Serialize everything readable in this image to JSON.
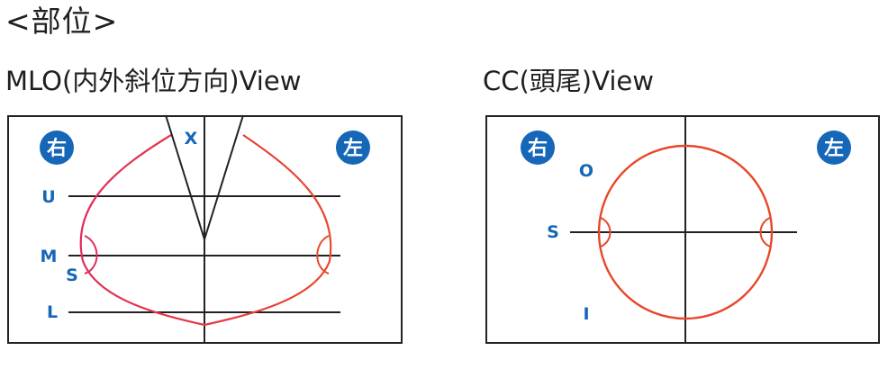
{
  "heading": "<部位>",
  "mlo": {
    "title": "MLO(内外斜位方向)View",
    "right_badge": "右",
    "left_badge": "左",
    "labels": {
      "x": "X",
      "u": "U",
      "m": "M",
      "s": "S",
      "l": "L"
    }
  },
  "cc": {
    "title": "CC(頭尾)View",
    "right_badge": "右",
    "left_badge": "左",
    "labels": {
      "o": "O",
      "s": "S",
      "i": "I"
    }
  },
  "colors": {
    "badge": "#1667b8",
    "label": "#1667b8",
    "breast_outline_start": "#e22b5a",
    "breast_outline_end": "#e84a2c",
    "cc_circle": "#e8472a",
    "lines": "#222222"
  }
}
